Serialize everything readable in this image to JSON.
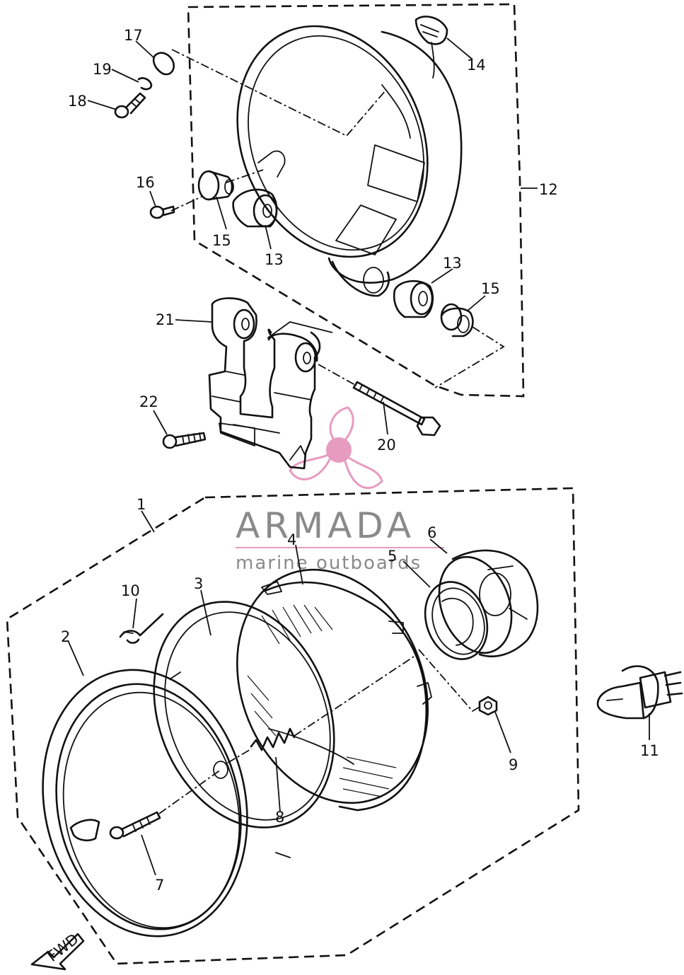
{
  "watermark": {
    "title": "ARMADA",
    "subtitle": "marine outboards",
    "accent_color": "#e79bbf",
    "text_color": "#8a8a8a"
  },
  "fwd_label": "FWD",
  "part_numbers": {
    "p1": "1",
    "p2": "2",
    "p3": "3",
    "p4": "4",
    "p5": "5",
    "p6": "6",
    "p7": "7",
    "p8": "8",
    "p9": "9",
    "p10": "10",
    "p11": "11",
    "p12": "12",
    "p13a": "13",
    "p13b": "13",
    "p14": "14",
    "p15a": "15",
    "p15b": "15",
    "p16": "16",
    "p17": "17",
    "p18": "18",
    "p19": "19",
    "p20": "20",
    "p21": "21",
    "p22": "22"
  }
}
